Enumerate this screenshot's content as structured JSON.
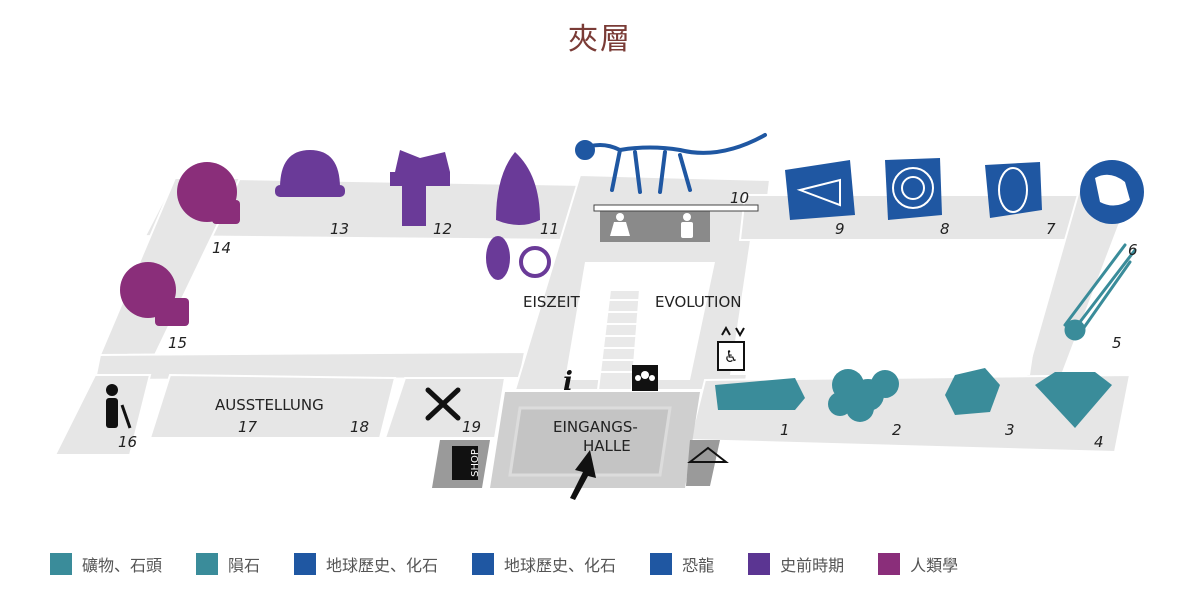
{
  "title": "夾層",
  "halls": {
    "eiszeit": "EISZEIT",
    "evolution": "EVOLUTION",
    "ausstellung": "AUSSTELLUNG",
    "eingang_1": "EINGANGS-",
    "eingang_2": "HALLE",
    "shop": "SHOP",
    "info": "i"
  },
  "rooms": [
    "1",
    "2",
    "3",
    "4",
    "5",
    "6",
    "7",
    "8",
    "9",
    "10",
    "11",
    "12",
    "13",
    "14",
    "15",
    "16",
    "17",
    "18",
    "19"
  ],
  "legend": [
    {
      "label": "礦物、石頭",
      "color": "#3a8c9a"
    },
    {
      "label": "隕石",
      "color": "#3a8c9a"
    },
    {
      "label": "地球歷史、化石",
      "color": "#1f57a2"
    },
    {
      "label": "地球歷史、化石",
      "color": "#1f57a2"
    },
    {
      "label": "恐龍",
      "color": "#1f57a2"
    },
    {
      "label": "史前時期",
      "color": "#5b3592"
    },
    {
      "label": "人類學",
      "color": "#8a2e7a"
    }
  ],
  "colors": {
    "minerals": "#3a8c9a",
    "earth": "#1f57a2",
    "prehistory": "#6a3a98",
    "anthropology": "#8a2e7a",
    "floor": "#e6e6e6",
    "floor_dark": "#bdbdbd"
  },
  "icons": [
    "toilet-woman-icon",
    "toilet-man-icon",
    "elevator-wheelchair-icon",
    "info-icon",
    "group-icon",
    "tools-icon",
    "shop-bag-icon",
    "hanger-icon",
    "senior-walker-icon",
    "entrance-arrow-icon",
    "dinosaur-skeleton-icon",
    "fish-fossil-icon",
    "ammonite-icon",
    "trilobite-icon",
    "earth-globe-icon",
    "meteor-icon",
    "crystal-bar-icon",
    "mineral-cluster-icon",
    "gemstone-icon",
    "diamond-icon",
    "skull-icon",
    "helmet-icon",
    "horse-figure-icon",
    "hand-axe-icon",
    "venus-figure-icon"
  ]
}
